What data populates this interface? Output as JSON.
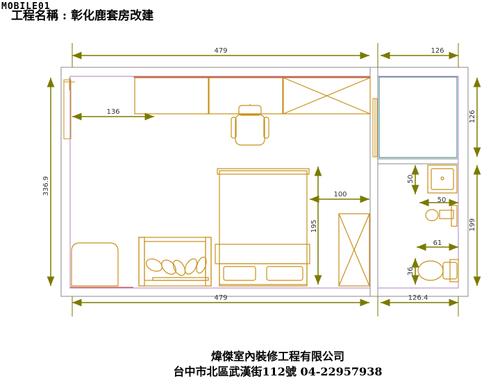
{
  "header": {
    "logo_text": "MOBILE01",
    "title": "工程名稱 : 彰化鹿套房改建"
  },
  "dimensions": {
    "top_left_width": "479",
    "top_right_width": "126",
    "left_height": "336.9",
    "right_top_height": "126",
    "right_bottom_height": "199",
    "bottom_left_width": "479",
    "bottom_right_width": "126.4",
    "interior_136": "136",
    "interior_195": "195",
    "interior_100": "100",
    "bath_50_v": "50",
    "bath_50_h": "50",
    "bath_61": "61",
    "bath_36": "36"
  },
  "footer": {
    "company": "煒傑室內裝修工程有限公司",
    "address": "台中市北區武漢街112號  04-22957938"
  },
  "colors": {
    "arrow": "#7a7a00",
    "furniture": "#c8901a",
    "room_wall": "#9b9b9b",
    "accent_pink": "#b080c0",
    "teal": "#2f7f7f"
  }
}
